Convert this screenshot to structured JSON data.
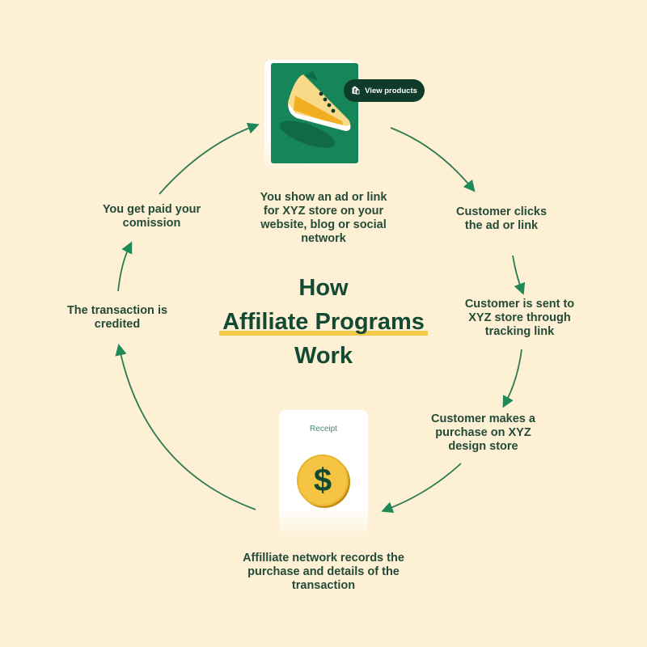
{
  "title": {
    "line1": "How",
    "line2": "Affiliate Programs",
    "line3": "Work"
  },
  "top_card": {
    "button_label": "View products",
    "button_icon": "shopping-bag-icon",
    "image": "sneaker-illustration"
  },
  "receipt_card": {
    "label": "Receipt",
    "symbol": "$"
  },
  "steps": [
    {
      "text": "You show an ad or link for XYZ store on your website, blog or social network"
    },
    {
      "text": "Customer clicks the ad or link"
    },
    {
      "text": "Customer is sent to XYZ store through tracking link"
    },
    {
      "text": "Customer makes a purchase on XYZ design store"
    },
    {
      "text": "Affilliate network records the purchase and details of the transaction"
    },
    {
      "text": "The transaction is credited"
    },
    {
      "text": "You get paid your comission"
    }
  ],
  "colors": {
    "background": "#FDF0D5",
    "primary_green": "#16855A",
    "dark_green": "#124A33",
    "highlight": "#F4C94A",
    "arrow": "#1E8A5A"
  }
}
